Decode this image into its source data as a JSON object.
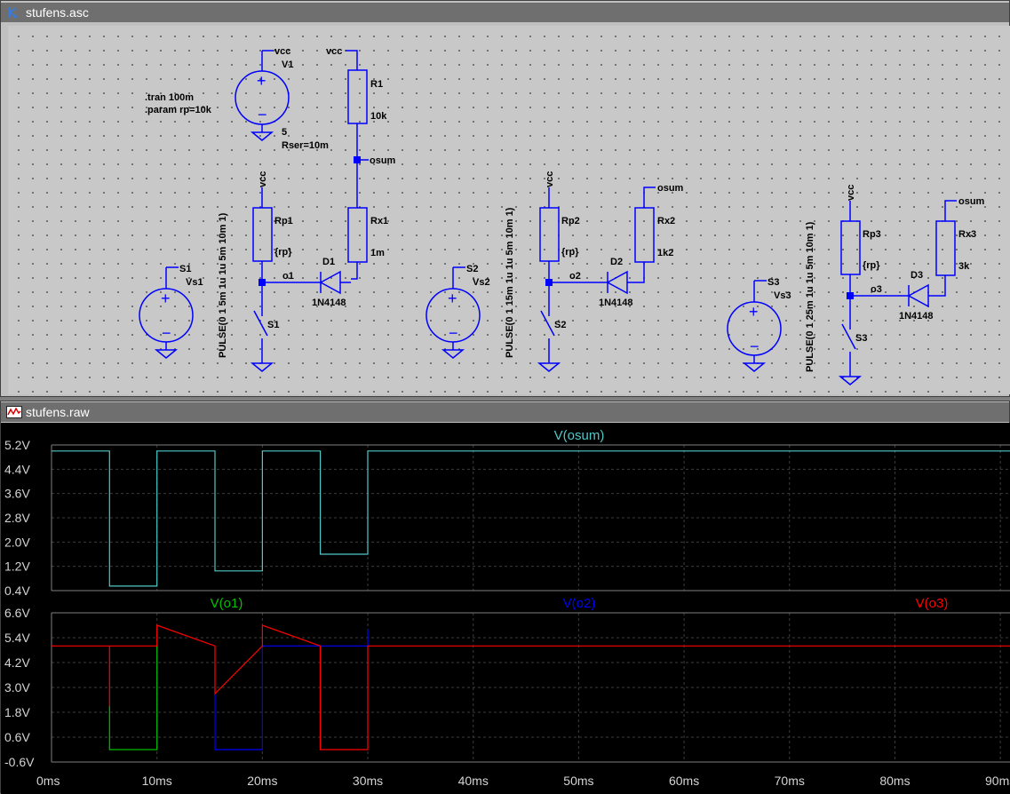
{
  "schematic_window": {
    "title": "stufens.asc",
    "directives": [
      ".tran 100m",
      ".param rp=10k"
    ],
    "v1": {
      "name": "V1",
      "net": "vcc",
      "value": "5",
      "rser": "Rser=10m"
    },
    "r1": {
      "name": "R1",
      "value": "10k",
      "top_net": "vcc"
    },
    "osum_label": "osum",
    "stages": [
      {
        "sw_name": "S1",
        "vs_name": "Vs1",
        "vs_net": "S1",
        "pulse": "PULSE(0 1 5m 1u 1u 5m 10m 1)",
        "rp_name": "Rp1",
        "rp_value": "{rp}",
        "rp_net": "vcc",
        "node": "o1",
        "diode": "D1",
        "diode_model": "1N4148",
        "rx_name": "Rx1",
        "rx_value": "1m",
        "rx_net": ""
      },
      {
        "sw_name": "S2",
        "vs_name": "Vs2",
        "vs_net": "S2",
        "pulse": "PULSE(0 1 15m 1u 1u 5m 10m 1)",
        "rp_name": "Rp2",
        "rp_value": "{rp}",
        "rp_net": "vcc",
        "node": "o2",
        "diode": "D2",
        "diode_model": "1N4148",
        "rx_name": "Rx2",
        "rx_value": "1k2",
        "rx_net": "osum"
      },
      {
        "sw_name": "S3",
        "vs_name": "Vs3",
        "vs_net": "S3",
        "pulse": "PULSE(0 1 25m 1u 1u 5m 10m 1)",
        "rp_name": "Rp3",
        "rp_value": "{rp}",
        "rp_net": "vcc",
        "node": "o3",
        "diode": "D3",
        "diode_model": "1N4148",
        "rx_name": "Rx3",
        "rx_value": "3k",
        "rx_net": "osum"
      }
    ]
  },
  "waveform_window": {
    "title": "stufens.raw",
    "colors": {
      "background": "#000000",
      "grid": "#3c3c3c",
      "axis_text": "#d4d4d4",
      "osum": "#4fc8c8",
      "o1": "#00c000",
      "o2": "#0000ff",
      "o3": "#ff0000"
    }
  },
  "chart_data": [
    {
      "type": "line",
      "title": "",
      "xlabel": "",
      "ylabel": "",
      "xlim": [
        0,
        90
      ],
      "ylim": [
        0.4,
        5.2
      ],
      "x_ticks": [
        "0ms",
        "10ms",
        "20ms",
        "30ms",
        "40ms",
        "50ms",
        "60ms",
        "70ms",
        "80ms",
        "90ms"
      ],
      "y_ticks": [
        "5.2V",
        "4.4V",
        "3.6V",
        "2.8V",
        "2.0V",
        "1.2V",
        "0.4V"
      ],
      "grid": true,
      "series": [
        {
          "name": "V(osum)",
          "color": "#4fc8c8",
          "x": [
            0,
            5.5,
            5.5,
            10,
            10,
            15.5,
            15.5,
            20,
            20,
            25.5,
            25.5,
            30,
            30,
            91
          ],
          "y": [
            5.0,
            5.0,
            0.55,
            0.55,
            5.0,
            5.0,
            1.05,
            1.05,
            5.0,
            5.0,
            1.6,
            1.6,
            5.0,
            5.0
          ]
        }
      ]
    },
    {
      "type": "line",
      "title": "",
      "xlabel": "",
      "ylabel": "",
      "xlim": [
        0,
        90
      ],
      "ylim": [
        -0.6,
        6.6
      ],
      "x_ticks": [
        "0ms",
        "10ms",
        "20ms",
        "30ms",
        "40ms",
        "50ms",
        "60ms",
        "70ms",
        "80ms",
        "90ms"
      ],
      "y_ticks": [
        "6.6V",
        "5.4V",
        "4.2V",
        "3.0V",
        "1.8V",
        "0.6V",
        "-0.6V"
      ],
      "grid": true,
      "series": [
        {
          "name": "V(o1)",
          "color": "#00c000",
          "x": [
            5.5,
            5.5,
            10,
            10
          ],
          "y": [
            2.1,
            0.0,
            0.0,
            5.0
          ]
        },
        {
          "name": "V(o2)",
          "color": "#0000ff",
          "x": [
            15.5,
            15.5,
            20,
            20,
            25.5,
            25.5,
            30,
            30
          ],
          "y": [
            2.7,
            0.0,
            0.0,
            5.0,
            5.0,
            5.0,
            5.0,
            5.8
          ]
        },
        {
          "name": "V(o3)",
          "color": "#ff0000",
          "x": [
            0,
            5.5,
            5.5,
            5.5,
            10,
            10,
            15.5,
            15.5,
            20,
            20,
            25.5,
            25.5,
            30,
            30,
            91
          ],
          "y": [
            5.0,
            5.0,
            2.1,
            5.0,
            5.0,
            6.0,
            5.0,
            2.7,
            5.0,
            6.0,
            5.0,
            0.0,
            0.0,
            5.0,
            5.0
          ]
        }
      ]
    }
  ]
}
